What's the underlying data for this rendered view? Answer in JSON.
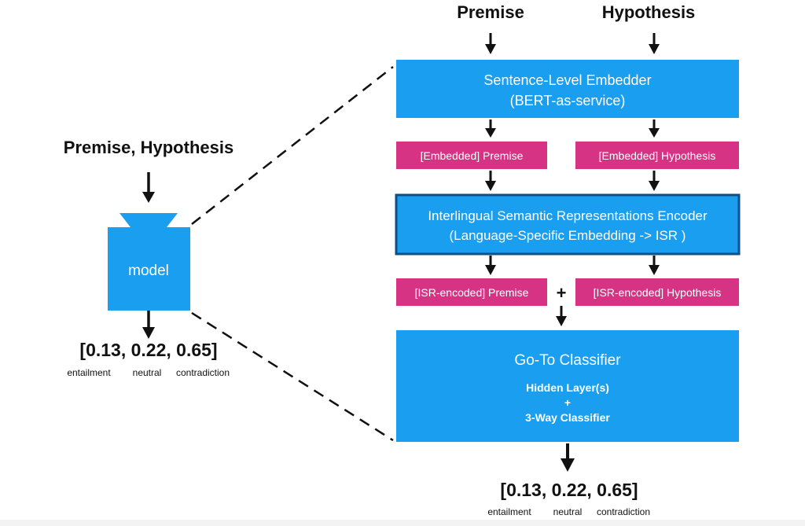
{
  "left": {
    "input_label": "Premise, Hypothesis",
    "model_label": "model",
    "output_vector": "[0.13, 0.22, 0.65]",
    "classes": [
      "entailment",
      "neutral",
      "contradiction"
    ]
  },
  "right": {
    "premise_label": "Premise",
    "hypothesis_label": "Hypothesis",
    "embedder": {
      "line1": "Sentence-Level Embedder",
      "line2": "(BERT-as-service)"
    },
    "embedded_premise": "[Embedded] Premise",
    "embedded_hypothesis": "[Embedded] Hypothesis",
    "encoder": {
      "line1": "Interlingual Semantic Representations Encoder",
      "line2": "(Language-Specific Embedding -> ISR )"
    },
    "isr_premise": "[ISR-encoded] Premise",
    "plus": "+",
    "isr_hypothesis": "[ISR-encoded] Hypothesis",
    "classifier": {
      "title": "Go-To Classifier",
      "line1": "Hidden Layer(s)",
      "line2": "+",
      "line3": "3-Way Classifier"
    },
    "output_vector": "[0.13, 0.22, 0.65]",
    "classes": [
      "entailment",
      "neutral",
      "contradiction"
    ]
  },
  "colors": {
    "blue": "#1a9ef0",
    "pink": "#d63384",
    "encoder_border": "#0d4f86",
    "arrow": "#111111"
  }
}
